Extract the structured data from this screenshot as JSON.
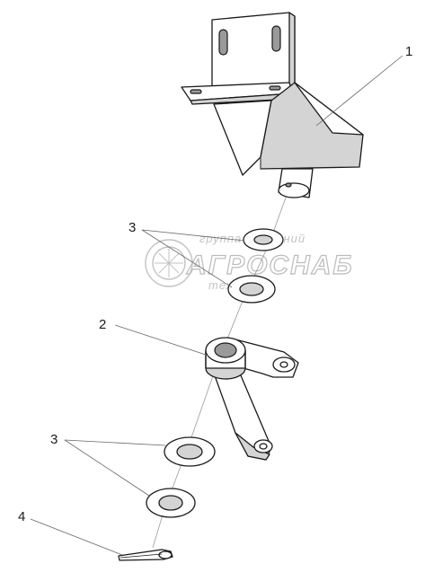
{
  "callouts": {
    "c1": "1",
    "c2": "2",
    "c3a": "3",
    "c3b": "3",
    "c4": "4"
  },
  "watermark": {
    "line1": "группа компаний",
    "line2": "АГРОСНАБ",
    "line3": "техсервис"
  }
}
